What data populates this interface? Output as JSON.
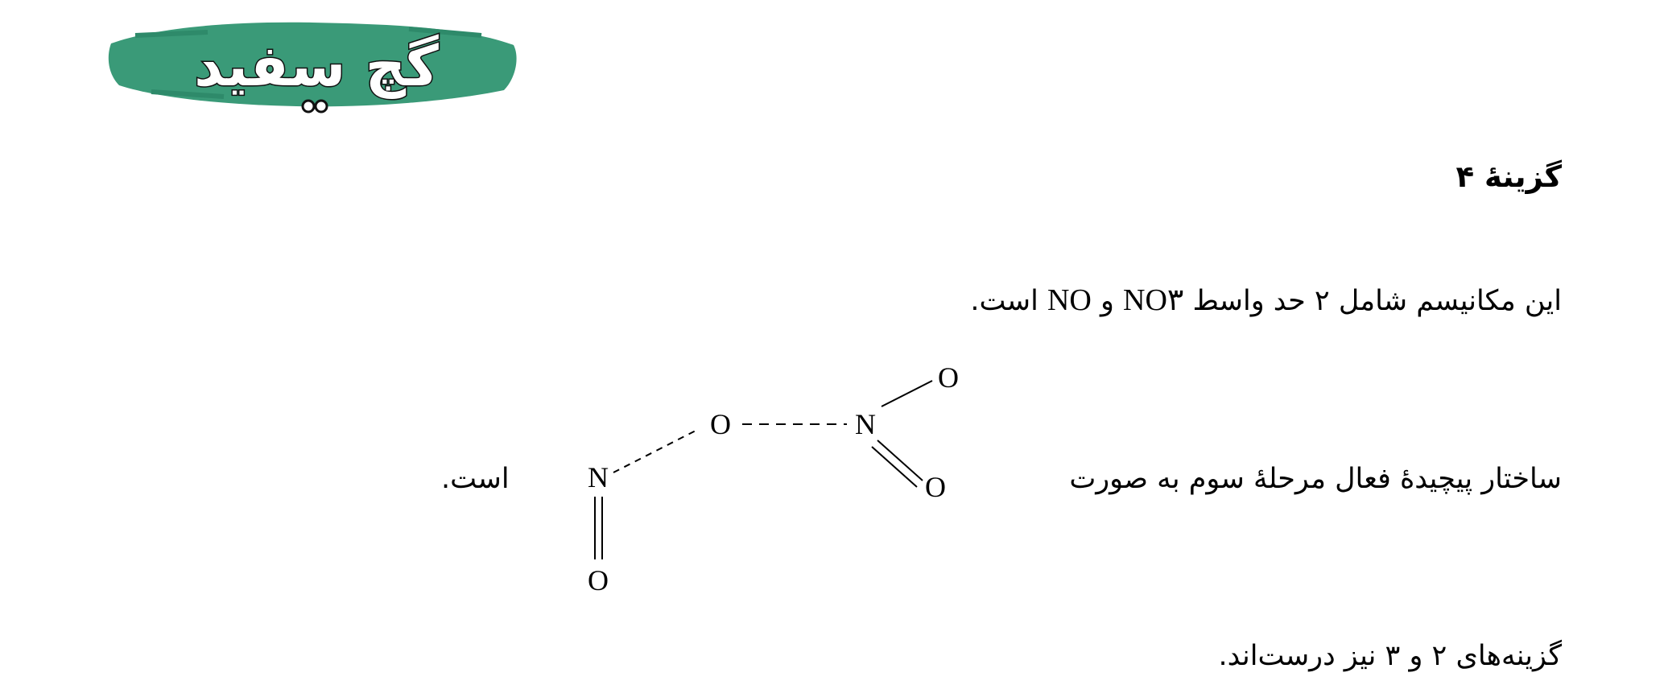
{
  "logo": {
    "text": "گچ سفید",
    "brush_color": "#3a9a78",
    "text_color": "#ffffff",
    "outline_color": "#111111"
  },
  "answer_title": "گزینهٔ ۴",
  "line1": {
    "before": "این مکانیسم شامل ۲ حد واسط ",
    "species1": "NO۳",
    "conj": " و ",
    "species2": "NO",
    "after": " است."
  },
  "line2": {
    "prefix": "ساختار پیچیدهٔ فعال مرحلهٔ سوم به صورت",
    "suffix": "است."
  },
  "structure": {
    "atoms": {
      "n_left": "N",
      "o_bottom": "O",
      "o_bridge": "O",
      "n_right": "N",
      "o_top": "O",
      "o_right": "O"
    }
  },
  "line3": "گزینه‌های ۲ و ۳ نیز درست‌اند."
}
